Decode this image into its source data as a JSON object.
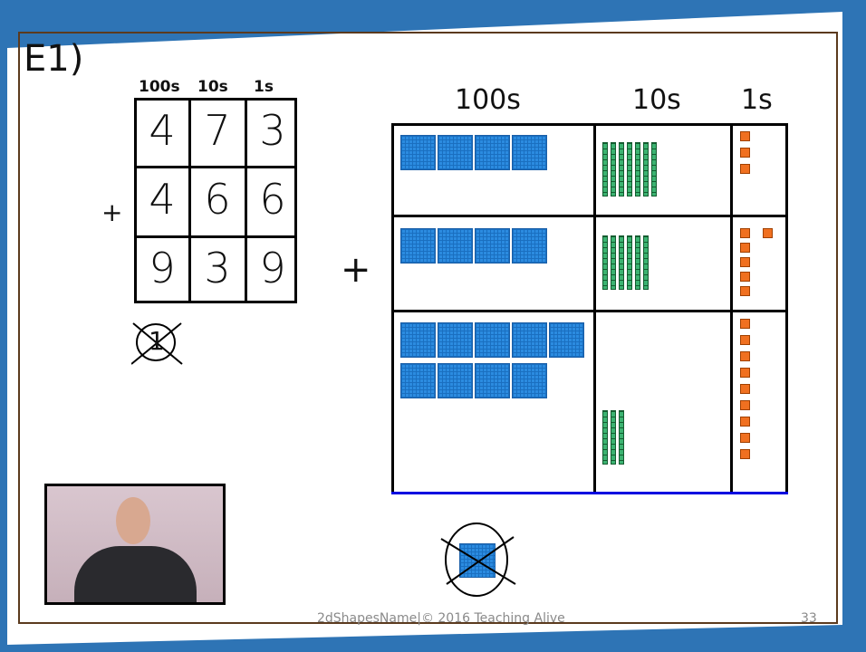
{
  "slide": {
    "title": "E1)",
    "footer": "2dShapesName|© 2016 Teaching Alive",
    "page_number": "33"
  },
  "place_value_chart": {
    "headers": [
      "100s",
      "10s",
      "1s"
    ],
    "operator": "+",
    "rows": [
      [
        "4",
        "7",
        "3"
      ],
      [
        "4",
        "6",
        "6"
      ],
      [
        "9",
        "3",
        "9"
      ]
    ],
    "carry": "1"
  },
  "blocks_chart": {
    "headers": [
      "100s",
      "10s",
      "1s"
    ],
    "operator": "+",
    "rows": [
      {
        "hundreds": 4,
        "tens": 7,
        "ones": 3
      },
      {
        "hundreds": 4,
        "tens": 6,
        "ones": 6
      },
      {
        "hundreds": 9,
        "tens": 3,
        "ones": 9
      }
    ]
  },
  "colors": {
    "hundreds": "#2b8be0",
    "tens": "#3cb371",
    "ones": "#f07020",
    "frame": "#2e74b5"
  }
}
